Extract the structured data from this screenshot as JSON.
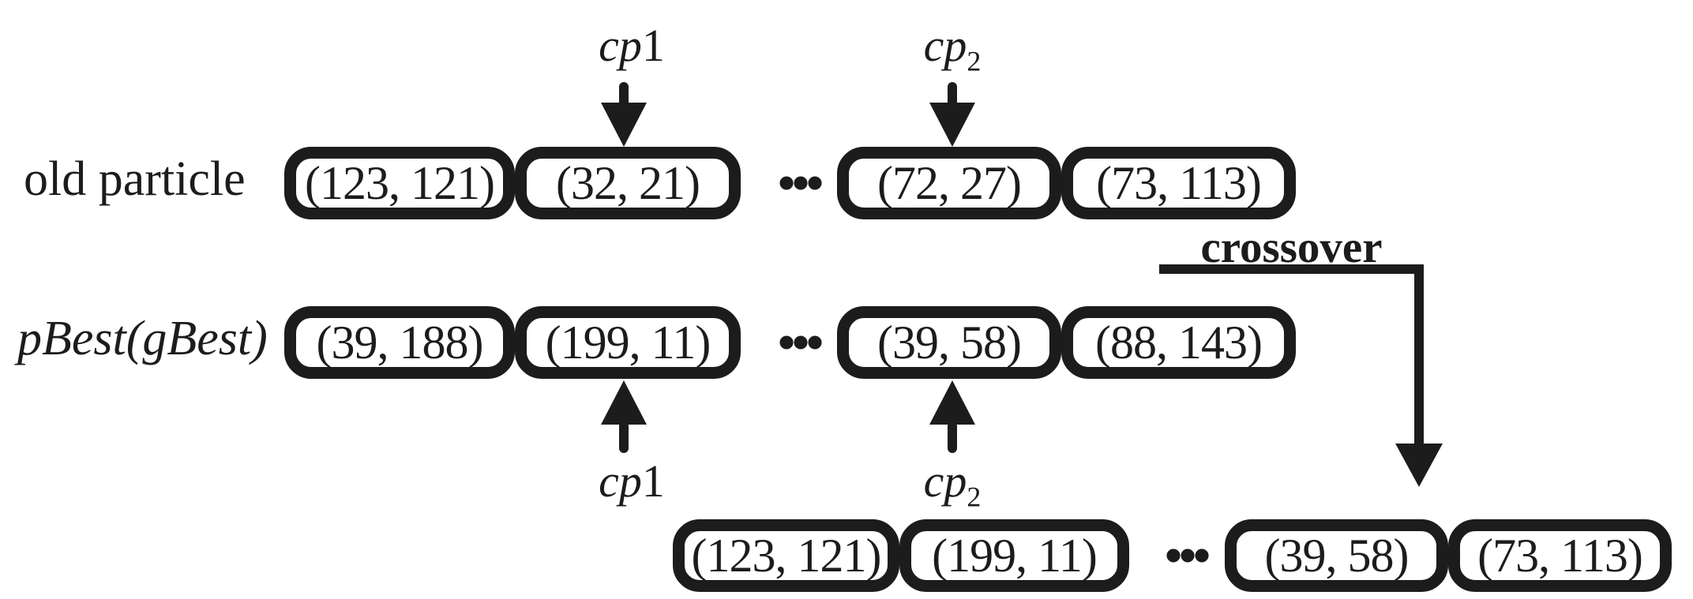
{
  "figure": {
    "background_color": "#ffffff",
    "ink_color": "#1c1c1c",
    "ellipsis": "···",
    "crossover_label": "crossover",
    "markers": {
      "cp1": {
        "base": "cp",
        "suffix": "1"
      },
      "cp2": {
        "base": "cp",
        "suffix": "2"
      }
    },
    "rows": {
      "old_particle": {
        "label": "old particle",
        "cells": [
          "(123, 121)",
          "(32, 21)",
          "(72, 27)",
          "(73, 113)"
        ]
      },
      "pbest": {
        "label": "pBest(gBest)",
        "cells": [
          "(39, 188)",
          "(199, 11)",
          "(39, 58)",
          "(88, 143)"
        ]
      },
      "offspring": {
        "cells": [
          "(123, 121)",
          "(199, 11)",
          "(39, 58)",
          "(73, 113)"
        ]
      }
    }
  }
}
